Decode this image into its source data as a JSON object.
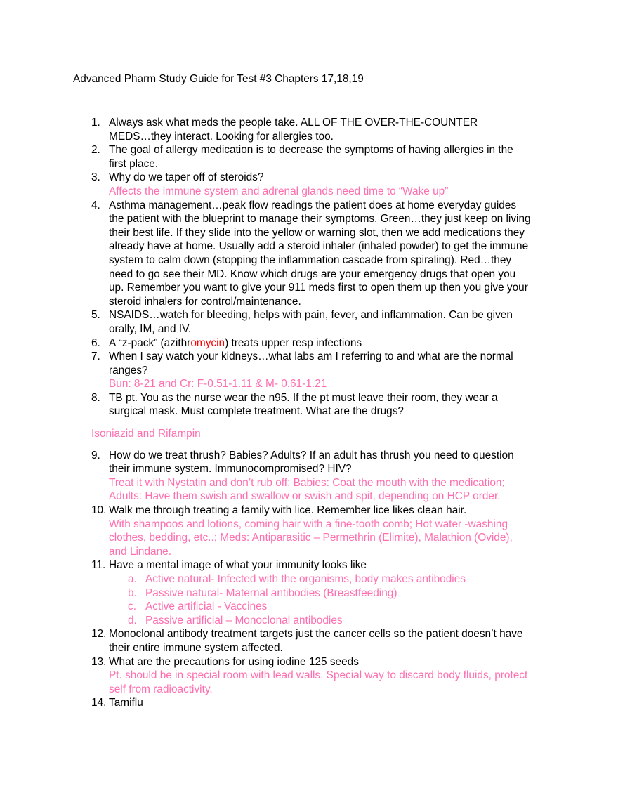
{
  "title": "Advanced Pharm Study Guide for Test #3 Chapters 17,18,19",
  "colors": {
    "answer": "#ff6fb0",
    "highlight": "#ff0000",
    "text": "#000000"
  },
  "items": [
    {
      "num": "1.",
      "lines": [
        "Always ask what meds the people take. ALL OF THE OVER-THE-COUNTER",
        "MEDS…they interact. Looking for allergies too."
      ]
    },
    {
      "num": "2.",
      "lines": [
        "The goal of allergy medication is to decrease the symptoms of having allergies in the",
        "first place."
      ]
    },
    {
      "num": "3.",
      "lines": [
        "Why do we taper off of steroids?"
      ],
      "answer": [
        "Affects the immune system and adrenal glands need time to “Wake up”"
      ]
    },
    {
      "num": "4.",
      "lines": [
        "Asthma management…peak flow readings the patient does at home everyday guides",
        "the patient with the blueprint to manage their symptoms. Green…they just keep on living",
        "their best life. If they slide into the yellow or warning slot, then we add medications they",
        "already have at home. Usually add a steroid inhaler (inhaled powder) to get the immune",
        "system to calm down (stopping the inflammation cascade from spiraling). Red…they",
        "need to go see their MD. Know which drugs are your emergency drugs that open you",
        "up. Remember you want to give your 911 meds first to open them up then you give your",
        "steroid inhalers for control/maintenance."
      ]
    },
    {
      "num": "5.",
      "lines": [
        "NSAIDS…watch for bleeding, helps with pain, fever, and inflammation. Can be given",
        "orally, IM, and IV."
      ]
    },
    {
      "num": "6.",
      "segments": [
        " A “z-pack” (azithr",
        "omycin",
        ") treats upper resp infections"
      ]
    },
    {
      "num": "7.",
      "lines": [
        "When I say watch your kidneys…what labs am I referring to and what are the normal",
        "ranges?"
      ],
      "answer": [
        "Bun: 8-21 and Cr: F-0.51-1.11 & M- 0.61-1.21"
      ]
    },
    {
      "num": "8.",
      "lines": [
        "TB pt. You as the nurse wear the n95. If the pt must leave their room, they wear a",
        "surgical mask. Must complete treatment. What are the drugs?"
      ]
    }
  ],
  "standalone_answer": "Isoniazid and Rifampin",
  "items2": [
    {
      "num": "9.",
      "lines": [
        "How do we treat thrush? Babies? Adults? If an adult has thrush you need to question",
        "their immune system. Immunocompromised? HIV?"
      ],
      "answer": [
        "Treat it with Nystatin and don’t rub off; Babies: Coat the mouth with the medication;",
        "Adults: Have them swish and swallow or swish and spit, depending on HCP order."
      ]
    },
    {
      "num": "10.",
      "lines": [
        "Walk me through treating a family with lice. Remember lice likes clean hair."
      ],
      "answer": [
        "With shampoos and lotions, coming hair with a fine-tooth comb; Hot water -washing",
        "clothes, bedding, etc..; Meds: Antiparasitic – Permethrin (Elimite), Malathion (Ovide),",
        "and Lindane."
      ]
    },
    {
      "num": "11.",
      "lines": [
        "Have a mental image of what your immunity looks like"
      ],
      "subitems": [
        {
          "letter": "a.",
          "text": "Active natural- Infected with the organisms, body makes antibodies"
        },
        {
          "letter": "b.",
          "text": "Passive natural- Maternal antibodies (Breastfeeding)"
        },
        {
          "letter": "c.",
          "text": "Active artificial - Vaccines"
        },
        {
          "letter": "d.",
          "text": "Passive artificial – Monoclonal antibodies"
        }
      ]
    },
    {
      "num": "12.",
      "lines": [
        "Monoclonal antibody treatment targets just the cancer cells so the patient doesn’t have",
        "their entire immune system affected."
      ]
    },
    {
      "num": "13.",
      "lines": [
        "What are the precautions for using iodine 125 seeds"
      ],
      "answer": [
        "Pt. should be in special room with lead walls. Special way to discard body fluids, protect",
        "self from radioactivity."
      ]
    },
    {
      "num": "14.",
      "lines": [
        "Tamiflu"
      ]
    }
  ]
}
